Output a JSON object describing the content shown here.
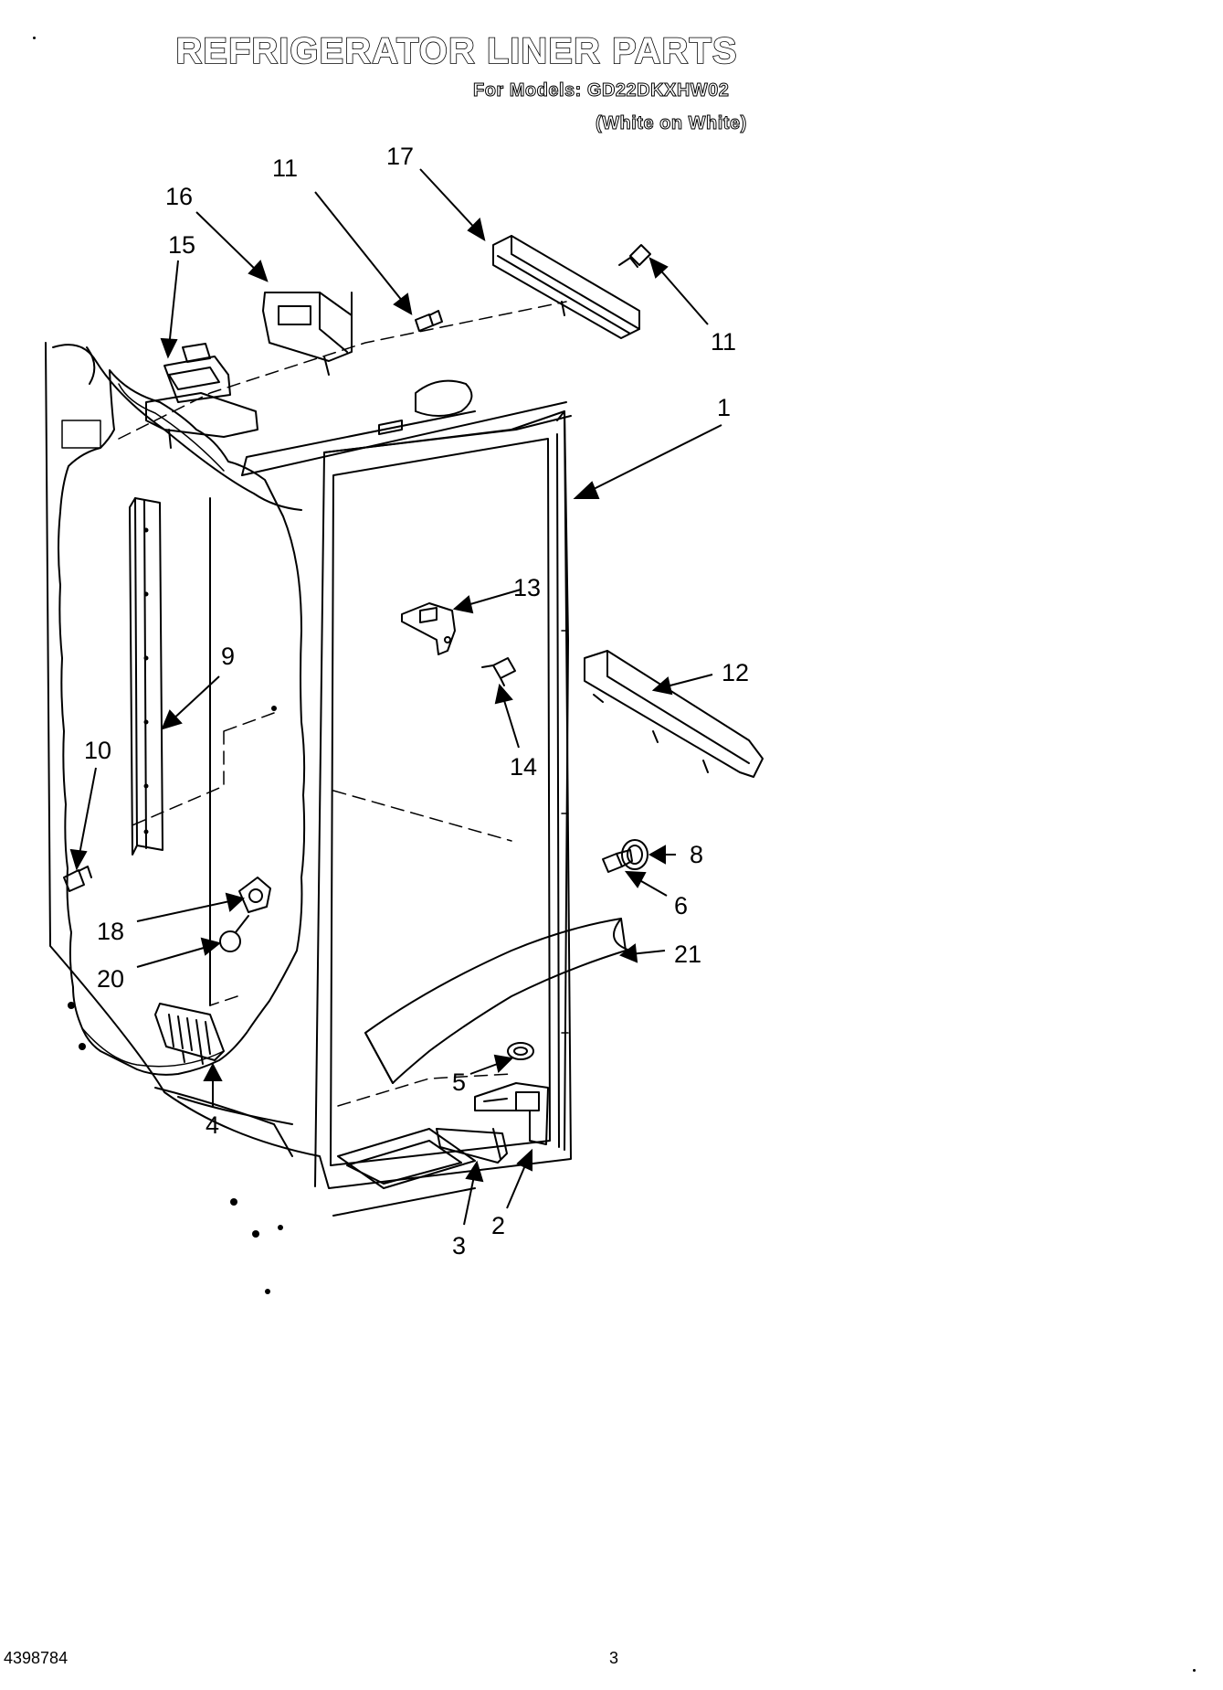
{
  "header": {
    "title": "REFRIGERATOR LINER PARTS",
    "models": "For Models: GD22DKXHW02",
    "colorway": "(White on White)"
  },
  "callouts": [
    "1",
    "2",
    "3",
    "4",
    "5",
    "6",
    "8",
    "9",
    "10",
    "11",
    "11",
    "12",
    "13",
    "14",
    "15",
    "16",
    "17",
    "18",
    "20",
    "21"
  ],
  "footer": {
    "part_number": "4398784",
    "page_number": "3"
  }
}
